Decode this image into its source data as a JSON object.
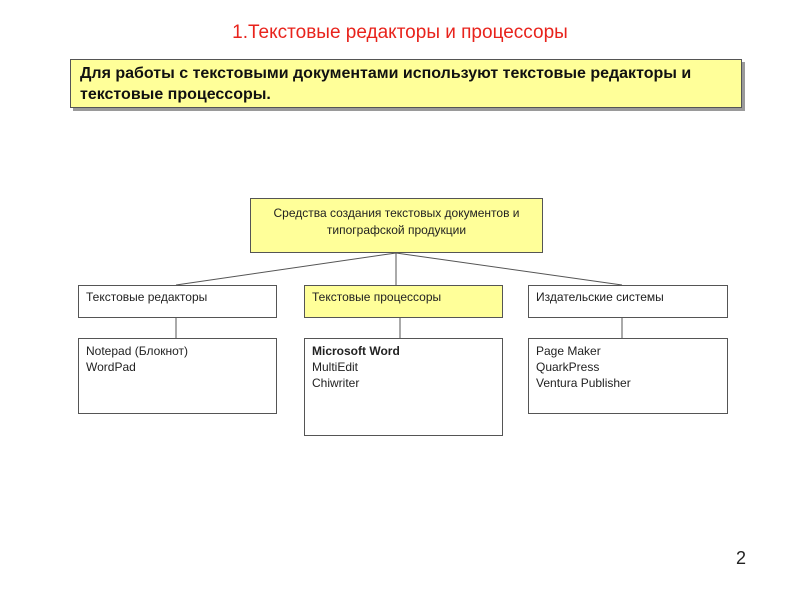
{
  "slide": {
    "title": "1.Текстовые редакторы и процессоры",
    "intro": "Для работы с текстовыми документами используют текстовые редакторы и текстовые процессоры.",
    "page_number": "2"
  },
  "diagram": {
    "root": {
      "label": "Средства создания текстовых документов и типографской продукции",
      "fill": "#ffff99"
    },
    "categories": [
      {
        "label": "Текстовые редакторы",
        "highlighted": false,
        "items": [
          {
            "text": "Notepad (Блокнот)",
            "bold": false
          },
          {
            "text": "WordPad",
            "bold": false
          }
        ]
      },
      {
        "label": "Текстовые процессоры",
        "highlighted": true,
        "items": [
          {
            "text": "Microsoft Word",
            "bold": true
          },
          {
            "text": "MultiEdit",
            "bold": false
          },
          {
            "text": "Chiwriter",
            "bold": false
          }
        ]
      },
      {
        "label": "Издательские системы",
        "highlighted": false,
        "items": [
          {
            "text": "Page Maker",
            "bold": false
          },
          {
            "text": "QuarkPress",
            "bold": false
          },
          {
            "text": "Ventura Publisher",
            "bold": false
          }
        ]
      }
    ]
  },
  "colors": {
    "title": "#e8231c",
    "highlight": "#ffff99",
    "border": "#555555"
  }
}
